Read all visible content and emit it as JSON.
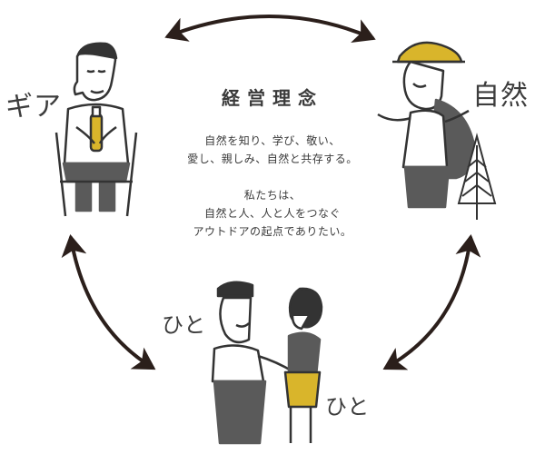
{
  "title": "経営理念",
  "paragraph1": [
    "自然を知り、学び、敬い、",
    "愛し、親しみ、自然と共存する。"
  ],
  "paragraph2": [
    "私たちは、",
    "自然と人、人と人をつなぐ",
    "アウトドアの起点でありたい。"
  ],
  "nodes": {
    "gear": "ギア",
    "nature": "自然",
    "people_left": "ひと",
    "people_right": "ひと"
  },
  "colors": {
    "ink": "#3a3a3a",
    "arrow": "#2b1f1b",
    "gray": "#5a5a5a",
    "accent_yellow": "#d9b52b"
  },
  "icons": [
    "camper-with-bottle-icon",
    "hiker-with-hat-icon",
    "pine-tree-icon",
    "two-people-icon"
  ]
}
